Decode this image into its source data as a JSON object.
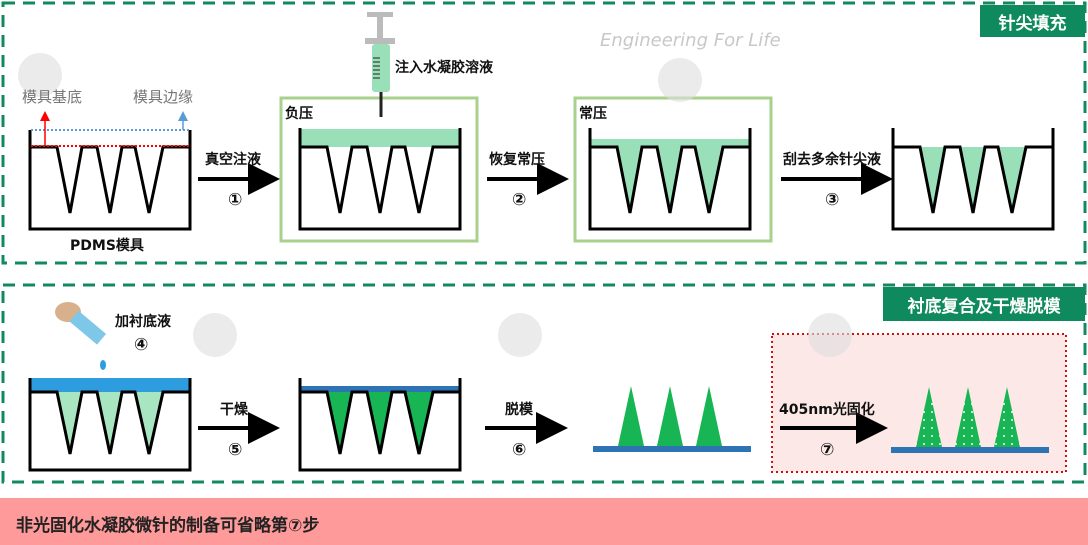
{
  "colors": {
    "panel_border": "#128a5e",
    "tag_bg": "#0f8a5f",
    "liquid": "#99dfb8",
    "needle": "#18b554",
    "substrate": "#2e74b5",
    "banner": "#ff9a9a",
    "curing_bg": "#fde8e8",
    "curing_border": "#cc1111",
    "mold_base_line": "#ff0000",
    "mold_edge_line": "#5b9bd5"
  },
  "watermark": "Engineering For Life",
  "top_panel": {
    "tag": "针尖填充",
    "mold_base_label": "模具基底",
    "mold_edge_label": "模具边缘",
    "mold_caption": "PDMS模具",
    "syringe_label": "注入水凝胶溶液",
    "negative_pressure": "负压",
    "normal_pressure": "常压",
    "steps": [
      {
        "label": "真空注液",
        "number": "①"
      },
      {
        "label": "恢复常压",
        "number": "②"
      },
      {
        "label": "刮去多余针尖液",
        "number": "③"
      }
    ]
  },
  "bottom_panel": {
    "tag": "衬底复合及干燥脱模",
    "dropper_label": "加衬底液",
    "dropper_number": "④",
    "steps": [
      {
        "label": "干燥",
        "number": "⑤"
      },
      {
        "label": "脱模",
        "number": "⑥"
      },
      {
        "label": "405nm光固化",
        "number": "⑦"
      }
    ]
  },
  "banner": "非光固化水凝胶微针的制备可省略第⑦步"
}
